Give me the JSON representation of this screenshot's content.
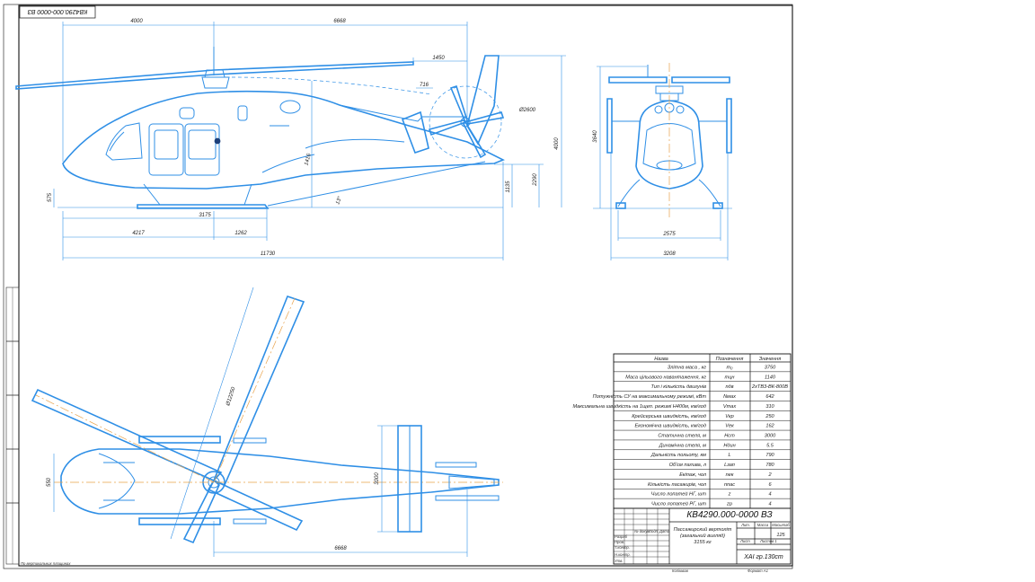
{
  "drawing": {
    "code_top": "КВ4290.000-0000 ВЗ",
    "code_main": "КВ4290.000-0000 ВЗ",
    "title_lines": [
      "Пассажирский вертоліт",
      "(загальний вигляд)",
      "3155 кг"
    ],
    "mass": "125",
    "organization": "ХАІ гр.130ст",
    "bottom_left_note": "По вертикальних площинах",
    "copied_label": "Копіював",
    "format_label": "Формат   А1"
  },
  "title_block": {
    "headers": [
      "Лит.",
      "Масса",
      "Масштаб"
    ],
    "sheet_labels": [
      "Лист",
      "Листов  1"
    ],
    "role_labels": [
      "Разраб",
      "Пров.",
      "Т.контр.",
      "Н.контр.",
      "Утв."
    ],
    "col_labels": [
      "№ докум.",
      "Подп.",
      "Дата"
    ]
  },
  "dimensions": {
    "side_top": [
      "4000",
      "6668",
      "1450",
      "716"
    ],
    "rotor_diameter_tail": "Ø2600",
    "side_right": [
      "4000",
      "2290",
      "1135"
    ],
    "side_left": [
      "575"
    ],
    "side_inner": "1416",
    "angle": "13°",
    "side_bottom": [
      "3175",
      "4217",
      "1262",
      "11730"
    ],
    "front_height": "3640",
    "front_bottom": [
      "2575",
      "3208"
    ],
    "plan_rotor": "Ø12250",
    "plan_left": "550",
    "plan_stab": "3000",
    "plan_bottom": "6668"
  },
  "spec_table": {
    "headers": [
      "Назва",
      "Позначення",
      "Значення"
    ],
    "rows": [
      [
        "Злітна маса , кг",
        "m₀",
        "3750"
      ],
      [
        "Маса цільового навантаження, кг",
        "mцн",
        "1140"
      ],
      [
        "Тип і кількість двигунів",
        "nдв",
        "2хТВ3-ВК-800В"
      ],
      [
        "Потужність СУ на максимальному режимі, кВт",
        "Nмах",
        "642"
      ],
      [
        "Максимальна швидкість на 1щеп. режимі Н400м, км/год",
        "Vmax",
        "310"
      ],
      [
        "Крейсерська швидкість, км/год",
        "Vкр",
        "250"
      ],
      [
        "Економічна швидкість, км/год",
        "Vек",
        "162"
      ],
      [
        "Статична стеля, м",
        "Hст",
        "3000"
      ],
      [
        "Динамічна стеля, м",
        "Hдин",
        "5.5"
      ],
      [
        "Дальність польоту, км",
        "L",
        "790"
      ],
      [
        "Об'єм палива, л",
        "Lзап",
        "780"
      ],
      [
        "Екіпаж, чол",
        "nек",
        "2"
      ],
      [
        "Кількість пасажирів, чол",
        "nпас",
        "6"
      ],
      [
        "Число лопатей НГ, шт",
        "z",
        "4"
      ],
      [
        "Число лопатей РГ, шт",
        "zр",
        "4"
      ]
    ]
  }
}
